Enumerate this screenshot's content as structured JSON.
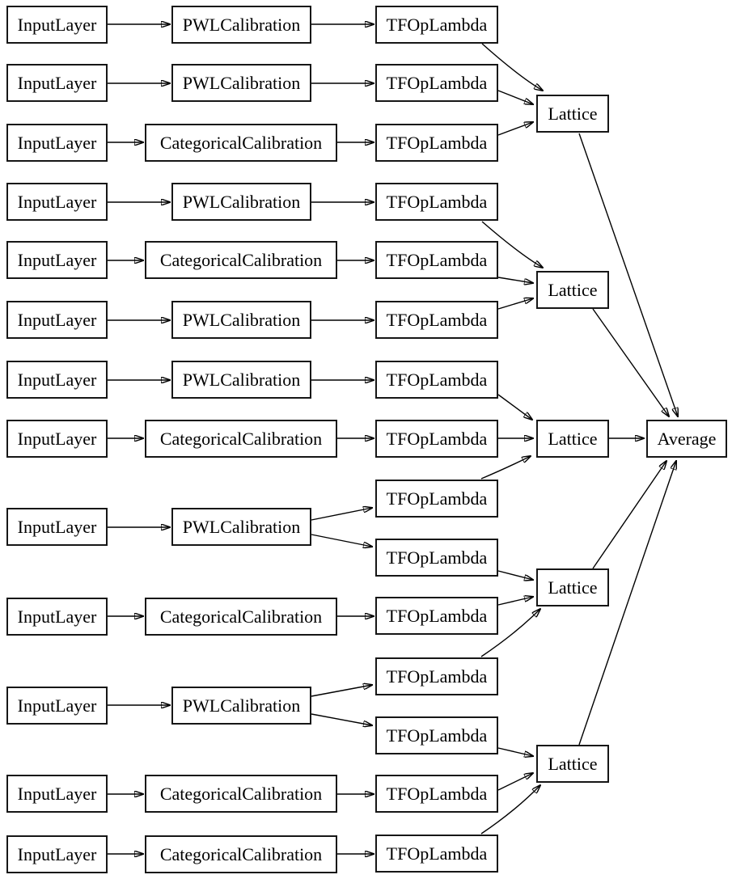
{
  "diagram_type": "keras-model-graph",
  "colors": {
    "background": "#ffffff",
    "node_fill": "#ffffff",
    "node_border": "#161616",
    "edge": "#000000",
    "text": "#000000"
  },
  "nodes": [
    {
      "id": "input-1",
      "type": "InputLayer",
      "label": "InputLayer"
    },
    {
      "id": "input-2",
      "type": "InputLayer",
      "label": "InputLayer"
    },
    {
      "id": "input-3",
      "type": "InputLayer",
      "label": "InputLayer"
    },
    {
      "id": "input-4",
      "type": "InputLayer",
      "label": "InputLayer"
    },
    {
      "id": "input-5",
      "type": "InputLayer",
      "label": "InputLayer"
    },
    {
      "id": "input-6",
      "type": "InputLayer",
      "label": "InputLayer"
    },
    {
      "id": "input-7",
      "type": "InputLayer",
      "label": "InputLayer"
    },
    {
      "id": "input-8",
      "type": "InputLayer",
      "label": "InputLayer"
    },
    {
      "id": "input-9",
      "type": "InputLayer",
      "label": "InputLayer"
    },
    {
      "id": "input-10",
      "type": "InputLayer",
      "label": "InputLayer"
    },
    {
      "id": "input-11",
      "type": "InputLayer",
      "label": "InputLayer"
    },
    {
      "id": "input-12",
      "type": "InputLayer",
      "label": "InputLayer"
    },
    {
      "id": "input-13",
      "type": "InputLayer",
      "label": "InputLayer"
    },
    {
      "id": "pwl-calibration-1",
      "type": "PWLCalibration",
      "label": "PWLCalibration"
    },
    {
      "id": "pwl-calibration-2",
      "type": "PWLCalibration",
      "label": "PWLCalibration"
    },
    {
      "id": "categorical-calibration-1",
      "type": "CategoricalCalibration",
      "label": "CategoricalCalibration"
    },
    {
      "id": "pwl-calibration-3",
      "type": "PWLCalibration",
      "label": "PWLCalibration"
    },
    {
      "id": "categorical-calibration-2",
      "type": "CategoricalCalibration",
      "label": "CategoricalCalibration"
    },
    {
      "id": "pwl-calibration-4",
      "type": "PWLCalibration",
      "label": "PWLCalibration"
    },
    {
      "id": "pwl-calibration-5",
      "type": "PWLCalibration",
      "label": "PWLCalibration"
    },
    {
      "id": "categorical-calibration-3",
      "type": "CategoricalCalibration",
      "label": "CategoricalCalibration"
    },
    {
      "id": "pwl-calibration-6",
      "type": "PWLCalibration",
      "label": "PWLCalibration"
    },
    {
      "id": "categorical-calibration-4",
      "type": "CategoricalCalibration",
      "label": "CategoricalCalibration"
    },
    {
      "id": "pwl-calibration-7",
      "type": "PWLCalibration",
      "label": "PWLCalibration"
    },
    {
      "id": "categorical-calibration-5",
      "type": "CategoricalCalibration",
      "label": "CategoricalCalibration"
    },
    {
      "id": "categorical-calibration-6",
      "type": "CategoricalCalibration",
      "label": "CategoricalCalibration"
    },
    {
      "id": "tf-op-lambda-1",
      "type": "TFOpLambda",
      "label": "TFOpLambda"
    },
    {
      "id": "tf-op-lambda-2",
      "type": "TFOpLambda",
      "label": "TFOpLambda"
    },
    {
      "id": "tf-op-lambda-3",
      "type": "TFOpLambda",
      "label": "TFOpLambda"
    },
    {
      "id": "tf-op-lambda-4",
      "type": "TFOpLambda",
      "label": "TFOpLambda"
    },
    {
      "id": "tf-op-lambda-5",
      "type": "TFOpLambda",
      "label": "TFOpLambda"
    },
    {
      "id": "tf-op-lambda-6",
      "type": "TFOpLambda",
      "label": "TFOpLambda"
    },
    {
      "id": "tf-op-lambda-7",
      "type": "TFOpLambda",
      "label": "TFOpLambda"
    },
    {
      "id": "tf-op-lambda-8",
      "type": "TFOpLambda",
      "label": "TFOpLambda"
    },
    {
      "id": "tf-op-lambda-9",
      "type": "TFOpLambda",
      "label": "TFOpLambda"
    },
    {
      "id": "tf-op-lambda-10",
      "type": "TFOpLambda",
      "label": "TFOpLambda"
    },
    {
      "id": "tf-op-lambda-11",
      "type": "TFOpLambda",
      "label": "TFOpLambda"
    },
    {
      "id": "tf-op-lambda-12",
      "type": "TFOpLambda",
      "label": "TFOpLambda"
    },
    {
      "id": "tf-op-lambda-13",
      "type": "TFOpLambda",
      "label": "TFOpLambda"
    },
    {
      "id": "tf-op-lambda-14",
      "type": "TFOpLambda",
      "label": "TFOpLambda"
    },
    {
      "id": "tf-op-lambda-15",
      "type": "TFOpLambda",
      "label": "TFOpLambda"
    },
    {
      "id": "lattice-1",
      "type": "Lattice",
      "label": "Lattice"
    },
    {
      "id": "lattice-2",
      "type": "Lattice",
      "label": "Lattice"
    },
    {
      "id": "lattice-3",
      "type": "Lattice",
      "label": "Lattice"
    },
    {
      "id": "lattice-4",
      "type": "Lattice",
      "label": "Lattice"
    },
    {
      "id": "lattice-5",
      "type": "Lattice",
      "label": "Lattice"
    },
    {
      "id": "average",
      "type": "Average",
      "label": "Average"
    }
  ],
  "edges": [
    {
      "from": "input-1",
      "to": "pwl-calibration-1"
    },
    {
      "from": "input-2",
      "to": "pwl-calibration-2"
    },
    {
      "from": "input-3",
      "to": "categorical-calibration-1"
    },
    {
      "from": "input-4",
      "to": "pwl-calibration-3"
    },
    {
      "from": "input-5",
      "to": "categorical-calibration-2"
    },
    {
      "from": "input-6",
      "to": "pwl-calibration-4"
    },
    {
      "from": "input-7",
      "to": "pwl-calibration-5"
    },
    {
      "from": "input-8",
      "to": "categorical-calibration-3"
    },
    {
      "from": "input-9",
      "to": "pwl-calibration-6"
    },
    {
      "from": "input-10",
      "to": "categorical-calibration-4"
    },
    {
      "from": "input-11",
      "to": "pwl-calibration-7"
    },
    {
      "from": "input-12",
      "to": "categorical-calibration-5"
    },
    {
      "from": "input-13",
      "to": "categorical-calibration-6"
    },
    {
      "from": "pwl-calibration-1",
      "to": "tf-op-lambda-1"
    },
    {
      "from": "pwl-calibration-2",
      "to": "tf-op-lambda-2"
    },
    {
      "from": "categorical-calibration-1",
      "to": "tf-op-lambda-3"
    },
    {
      "from": "pwl-calibration-3",
      "to": "tf-op-lambda-4"
    },
    {
      "from": "categorical-calibration-2",
      "to": "tf-op-lambda-5"
    },
    {
      "from": "pwl-calibration-4",
      "to": "tf-op-lambda-6"
    },
    {
      "from": "pwl-calibration-5",
      "to": "tf-op-lambda-7"
    },
    {
      "from": "categorical-calibration-3",
      "to": "tf-op-lambda-8"
    },
    {
      "from": "pwl-calibration-6",
      "to": "tf-op-lambda-9"
    },
    {
      "from": "pwl-calibration-6",
      "to": "tf-op-lambda-10"
    },
    {
      "from": "categorical-calibration-4",
      "to": "tf-op-lambda-11"
    },
    {
      "from": "pwl-calibration-7",
      "to": "tf-op-lambda-12"
    },
    {
      "from": "pwl-calibration-7",
      "to": "tf-op-lambda-13"
    },
    {
      "from": "categorical-calibration-5",
      "to": "tf-op-lambda-14"
    },
    {
      "from": "categorical-calibration-6",
      "to": "tf-op-lambda-15"
    },
    {
      "from": "tf-op-lambda-1",
      "to": "lattice-1"
    },
    {
      "from": "tf-op-lambda-2",
      "to": "lattice-1"
    },
    {
      "from": "tf-op-lambda-3",
      "to": "lattice-1"
    },
    {
      "from": "tf-op-lambda-4",
      "to": "lattice-2"
    },
    {
      "from": "tf-op-lambda-5",
      "to": "lattice-2"
    },
    {
      "from": "tf-op-lambda-6",
      "to": "lattice-2"
    },
    {
      "from": "tf-op-lambda-7",
      "to": "lattice-3"
    },
    {
      "from": "tf-op-lambda-8",
      "to": "lattice-3"
    },
    {
      "from": "tf-op-lambda-9",
      "to": "lattice-3"
    },
    {
      "from": "tf-op-lambda-10",
      "to": "lattice-4"
    },
    {
      "from": "tf-op-lambda-11",
      "to": "lattice-4"
    },
    {
      "from": "tf-op-lambda-12",
      "to": "lattice-4"
    },
    {
      "from": "tf-op-lambda-13",
      "to": "lattice-5"
    },
    {
      "from": "tf-op-lambda-14",
      "to": "lattice-5"
    },
    {
      "from": "tf-op-lambda-15",
      "to": "lattice-5"
    },
    {
      "from": "lattice-1",
      "to": "average"
    },
    {
      "from": "lattice-2",
      "to": "average"
    },
    {
      "from": "lattice-3",
      "to": "average"
    },
    {
      "from": "lattice-4",
      "to": "average"
    },
    {
      "from": "lattice-5",
      "to": "average"
    }
  ]
}
